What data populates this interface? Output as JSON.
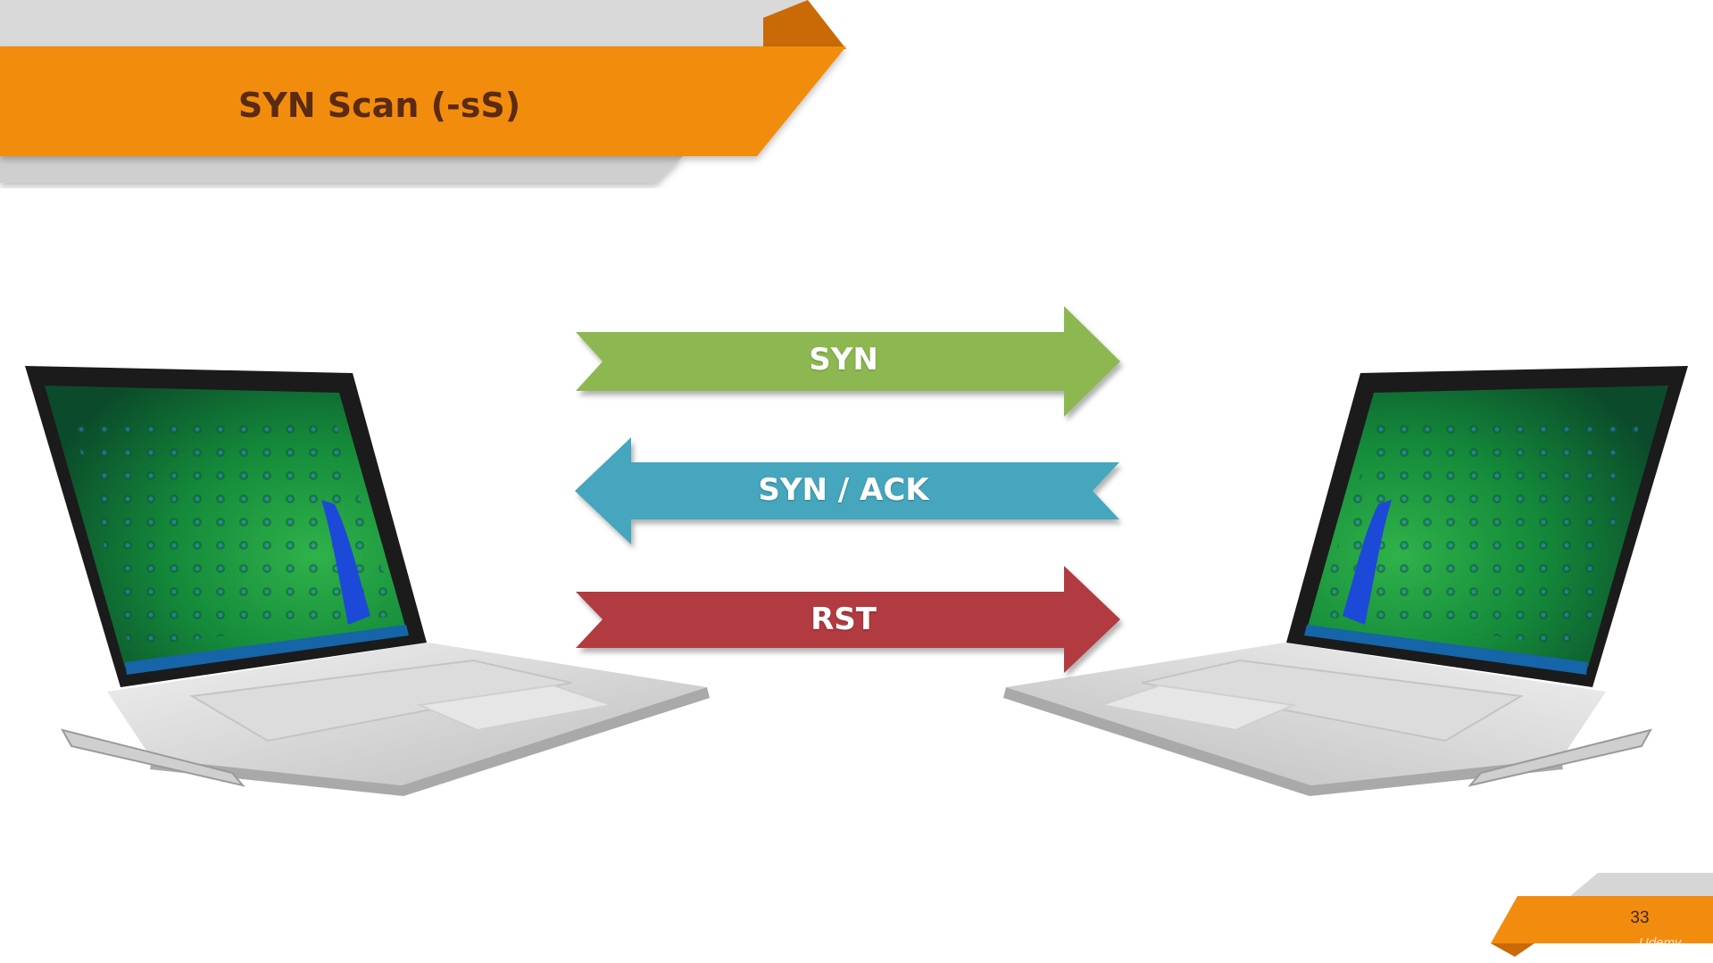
{
  "slide": {
    "title": "SYN Scan (-sS)",
    "page_number": "33",
    "watermark": "Udemy"
  },
  "flow": {
    "arrows": [
      {
        "label": "SYN",
        "direction": "right",
        "color": "#8db851"
      },
      {
        "label": "SYN / ACK",
        "direction": "left",
        "color": "#45a6bd"
      },
      {
        "label": "RST",
        "direction": "right",
        "color": "#b13a41"
      }
    ]
  },
  "colors": {
    "accent_orange": "#f28c0f",
    "accent_orange_dark": "#c96a06",
    "band_gray": "#d6d6d6",
    "title_text": "#5a2a12"
  }
}
